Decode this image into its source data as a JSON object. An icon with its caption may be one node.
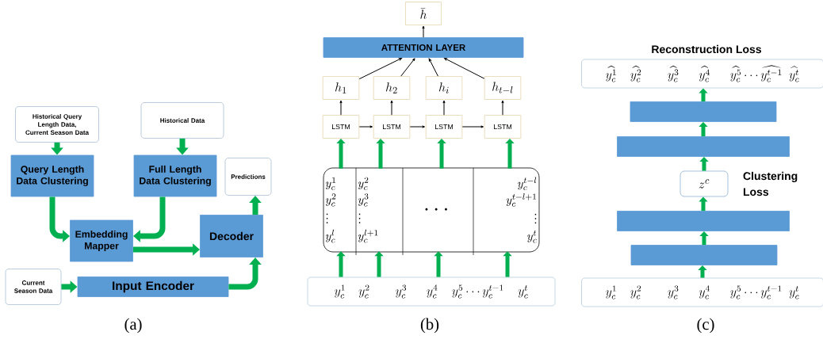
{
  "diagram": {
    "nodes": [
      {
        "text": [
          "Historical Query Length Data, Current Season Data"
        ]
      },
      {
        "text": [
          "Historical Data"
        ]
      },
      {
        "text": [
          "Query Length Data Clustering"
        ]
      },
      {
        "text": [
          "Full Length Data Clustering"
        ]
      },
      {
        "text": [
          "Predictions"
        ]
      },
      {
        "text": [
          "Embedding Mapper"
        ]
      },
      {
        "text": [
          "Decoder"
        ]
      },
      {
        "text": [
          "Current Season Data"
        ]
      },
      {
        "text": [
          "Input Encoder"
        ]
      },
      {
        "text": [
          "\\bar{h}"
        ]
      },
      {
        "text": [
          "ATTENTION LAYER"
        ]
      },
      {
        "text": [
          "h_1"
        ]
      },
      {
        "text": [
          "h_2"
        ]
      },
      {
        "text": [
          "h_i"
        ]
      },
      {
        "text": [
          "h_{t-l}"
        ]
      },
      {
        "text": [
          "LSTM"
        ]
      },
      {
        "text": [
          "LSTM"
        ]
      },
      {
        "text": [
          "LSTM"
        ]
      },
      {
        "text": [
          "LSTM"
        ]
      },
      {
        "text": [],
        "shape": "box"
      },
      {
        "text": [
          "y_c^1",
          "y_c^2",
          "\\vdots",
          "y_c^l"
        ],
        "in": 19
      },
      {
        "text": [
          "y_c^2",
          "y_c^3",
          "\\vdots",
          "y_c^{l+1}"
        ],
        "in": 19
      },
      {
        "text": [
          "\\cdots"
        ],
        "in": 19
      },
      {
        "text": [
          "y_c^{t-l}",
          "y_c^{t-l+1}",
          "\\vdots",
          "y_c^t"
        ],
        "in": 19
      },
      {
        "text": [
          "y_c^1\\quad y_c^2\\qquad y_c^3\\quad\\; y_c^4\\;\\; y_c^5\\cdots y_c^{t-1}\\;\\; y_c^t"
        ]
      },
      {
        "text": [
          "Reconstruction Loss",
          "\\widehat{y_c^1}\\;\\; \\widehat{y_c^2}\\quad\\;\\; \\widehat{y_c^3}\\;\\;\\; \\widehat{y_c^4}\\;\\;\\; \\widehat{y_c^5}\\cdots\\widehat{y_c^{t-1}}\\; \\widehat{y_c^t}"
        ]
      },
      {
        "text": [],
        "shape": "bar"
      },
      {
        "text": [],
        "shape": "bar"
      },
      {
        "text": [
          "z^c"
        ],
        "beside": [
          "Clustering Loss"
        ]
      },
      {
        "text": [],
        "shape": "bar"
      },
      {
        "text": [],
        "shape": "bar"
      },
      {
        "text": [
          "y_c^1\\;\\; y_c^2\\quad\\;\\; y_c^3\\;\\;\\; y_c^4\\;\\;\\; y_c^5\\cdots y_c^{t-1}\\; y_c^t"
        ]
      }
    ],
    "edges": [
      {
        "from": 0,
        "to": 2,
        "arrow": "to"
      },
      {
        "from": 1,
        "to": 3,
        "arrow": "to"
      },
      {
        "from": 2,
        "to": 5,
        "arrow": "to"
      },
      {
        "from": 3,
        "to": 5,
        "arrow": "to"
      },
      {
        "from": 5,
        "to": 6,
        "arrow": "to"
      },
      {
        "from": 7,
        "to": 8,
        "arrow": "to"
      },
      {
        "from": 8,
        "to": 6,
        "arrow": "to"
      },
      {
        "from": 6,
        "to": 4,
        "arrow": "to"
      },
      {
        "from": 10,
        "to": 9,
        "arrow": "to",
        "color": "#000000"
      },
      {
        "from": 11,
        "to": 10,
        "arrow": "to",
        "color": "#000000"
      },
      {
        "from": 12,
        "to": 10,
        "arrow": "to",
        "color": "#000000"
      },
      {
        "from": 13,
        "to": 10,
        "arrow": "to",
        "color": "#000000"
      },
      {
        "from": 14,
        "to": 10,
        "arrow": "to",
        "color": "#000000"
      },
      {
        "from": 15,
        "to": 11,
        "arrow": "to",
        "color": "#000000"
      },
      {
        "from": 16,
        "to": 12,
        "arrow": "to",
        "color": "#000000"
      },
      {
        "from": 17,
        "to": 13,
        "arrow": "to",
        "color": "#000000"
      },
      {
        "from": 18,
        "to": 14,
        "arrow": "to",
        "color": "#000000"
      },
      {
        "from": 15,
        "to": 16,
        "arrow": "to",
        "color": "#000000"
      },
      {
        "from": 16,
        "to": 17,
        "arrow": "to",
        "color": "#000000"
      },
      {
        "from": 17,
        "to": 18,
        "arrow": "to",
        "color": "#000000"
      },
      {
        "from": 20,
        "to": 15,
        "arrow": "to"
      },
      {
        "from": 21,
        "to": 16,
        "arrow": "to"
      },
      {
        "from": 22,
        "to": 17,
        "arrow": "to"
      },
      {
        "from": 23,
        "to": 18,
        "arrow": "to"
      },
      {
        "from": 24,
        "to": 20,
        "arrow": "to"
      },
      {
        "from": 24,
        "to": 21,
        "arrow": "to"
      },
      {
        "from": 24,
        "to": 22,
        "arrow": "to"
      },
      {
        "from": 24,
        "to": 23,
        "arrow": "to"
      },
      {
        "from": 31,
        "to": 30,
        "arrow": "to"
      },
      {
        "from": 30,
        "to": 29,
        "arrow": "to"
      },
      {
        "from": 29,
        "to": 28,
        "arrow": "to"
      },
      {
        "from": 28,
        "to": 27,
        "arrow": "to"
      },
      {
        "from": 27,
        "to": 26,
        "arrow": "to"
      },
      {
        "from": 26,
        "to": 25,
        "arrow": "to"
      }
    ],
    "labels": [
      "(a)",
      "(b)",
      "(c)"
    ]
  }
}
